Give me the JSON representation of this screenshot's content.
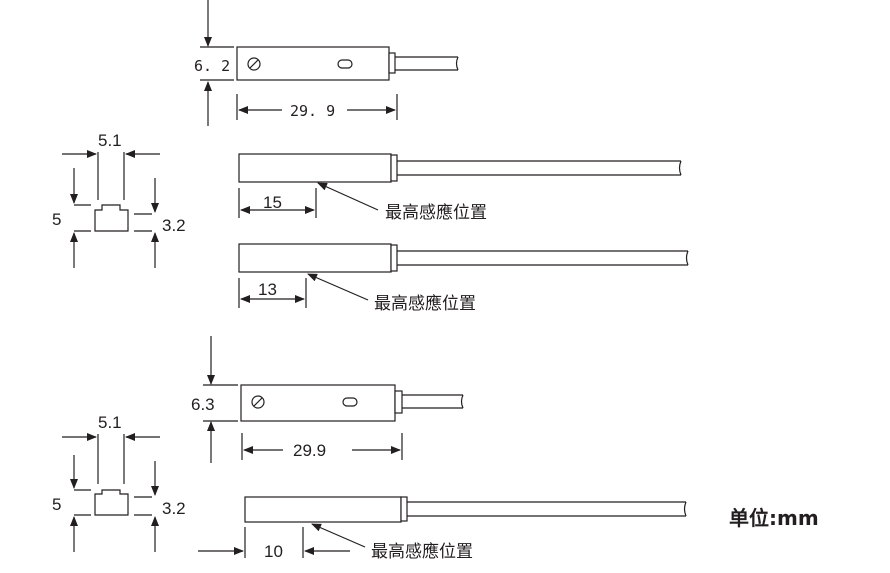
{
  "drawing": {
    "top": {
      "height_label": "6. 2",
      "length_label": "29. 9"
    },
    "mid1": {
      "width_label": "5.1",
      "height_label": "5",
      "slot_label": "3.2",
      "offset_label": "15",
      "sensing_label": "最高感應位置"
    },
    "mid2": {
      "offset_label": "13",
      "sensing_label": "最高感應位置"
    },
    "lower": {
      "height_label": "6.3",
      "length_label": "29.9"
    },
    "bottom": {
      "width_label": "5.1",
      "height_label": "5",
      "slot_label": "3.2",
      "offset_label": "10",
      "sensing_label": "最高感應位置"
    },
    "unit_label": "单位:mm"
  },
  "colors": {
    "line": "#231f20",
    "sensor_fill": "#ffffff"
  }
}
